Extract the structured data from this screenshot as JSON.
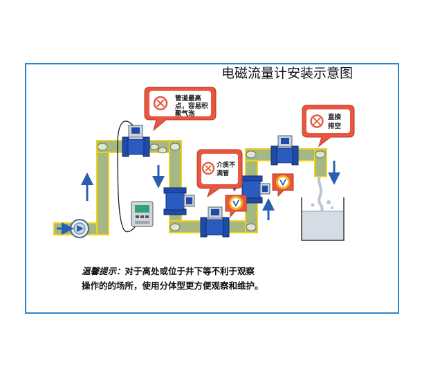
{
  "title": "电磁流量计安装示意图",
  "callouts": {
    "top_line1": "管道最高",
    "top_line2": "点，容易积",
    "top_line3": "聚气泡",
    "mid_line1": "介质不",
    "mid_line2": "满管",
    "right_line1": "直接",
    "right_line2": "排空"
  },
  "note": {
    "label": "温馨提示：",
    "line1_text": "对于高处或位于井下等不利于观察",
    "line2": "操作的的场所，使用分体型更方便观察和维护。"
  },
  "colors": {
    "border": "#2b84c6",
    "pipe": "#a5b882",
    "pipe_edge": "#f1d21a",
    "meter": "#1f4aa8",
    "callout_fill": "#e8563f",
    "callout_inner": "#ffffff",
    "ok_ring": "#f0b81a",
    "arrow": "#2a5fb0"
  }
}
